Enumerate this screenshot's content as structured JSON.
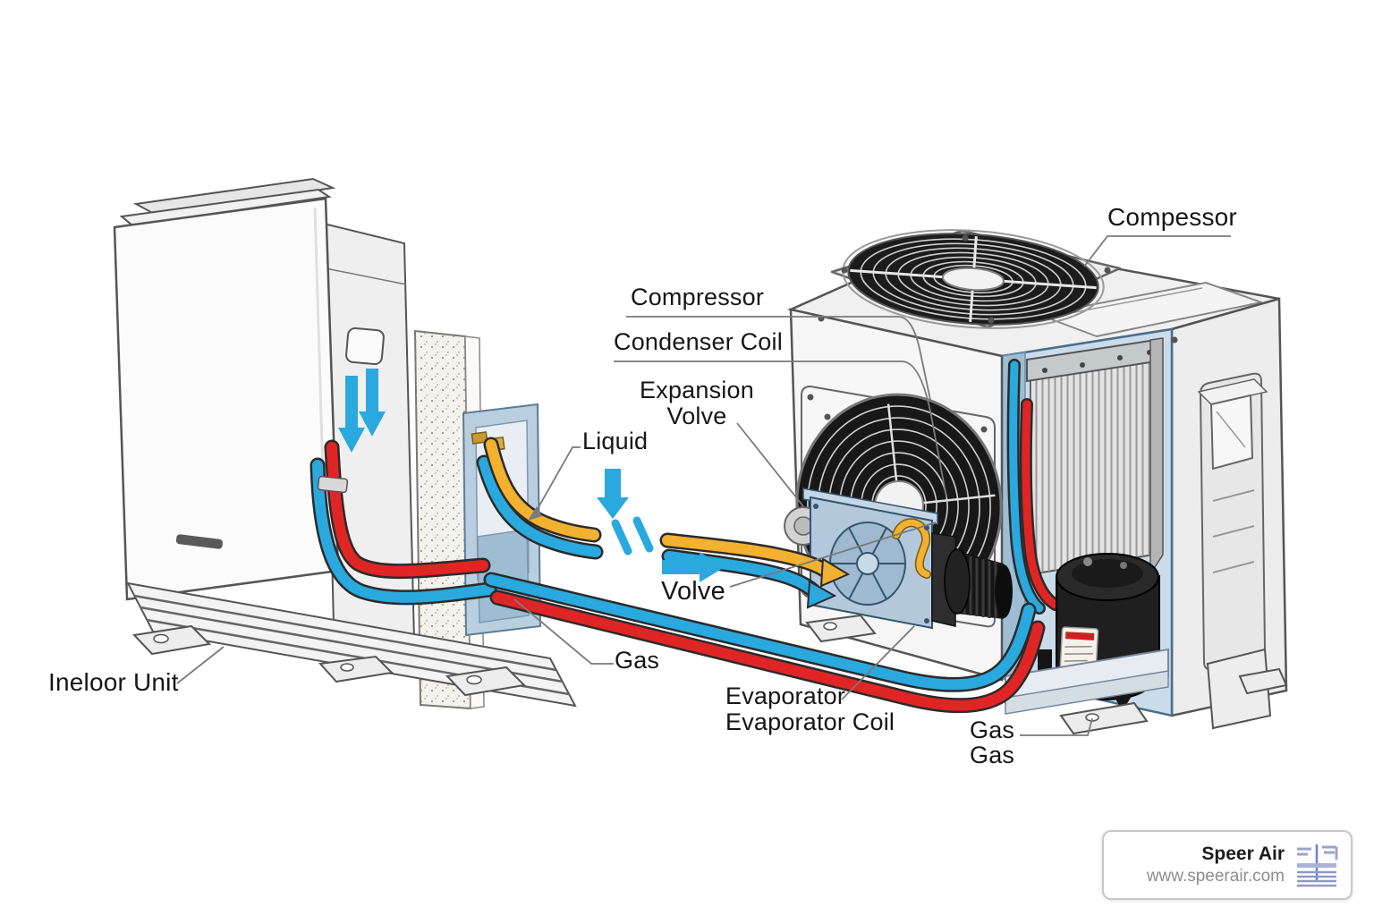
{
  "labels": {
    "compressor_top": "Compessor",
    "compressor": "Compressor",
    "condenser_coil": "Condenser Coil",
    "expansion_line1": "Expansion",
    "expansion_line2": "Volve",
    "liquid": "Liquid",
    "valve": "Volve",
    "gas_line": "Gas",
    "evaporator": "Evaporator",
    "evaporator_coil": "Evaporator Coil",
    "gas_service_top": "Gas",
    "gas_service_bottom": "Gas",
    "indoor_unit": "Ineloor Unit"
  },
  "watermark": {
    "brand": "Speer Air",
    "website": "www.speerair.com"
  },
  "colors": {
    "liquid_pipe": "#f2b12e",
    "suction_pipe": "#29a9dd",
    "hot_gas_pipe": "#e02525",
    "flow_arrow": "#29a9dd",
    "leader_line": "#7a7a7a"
  }
}
